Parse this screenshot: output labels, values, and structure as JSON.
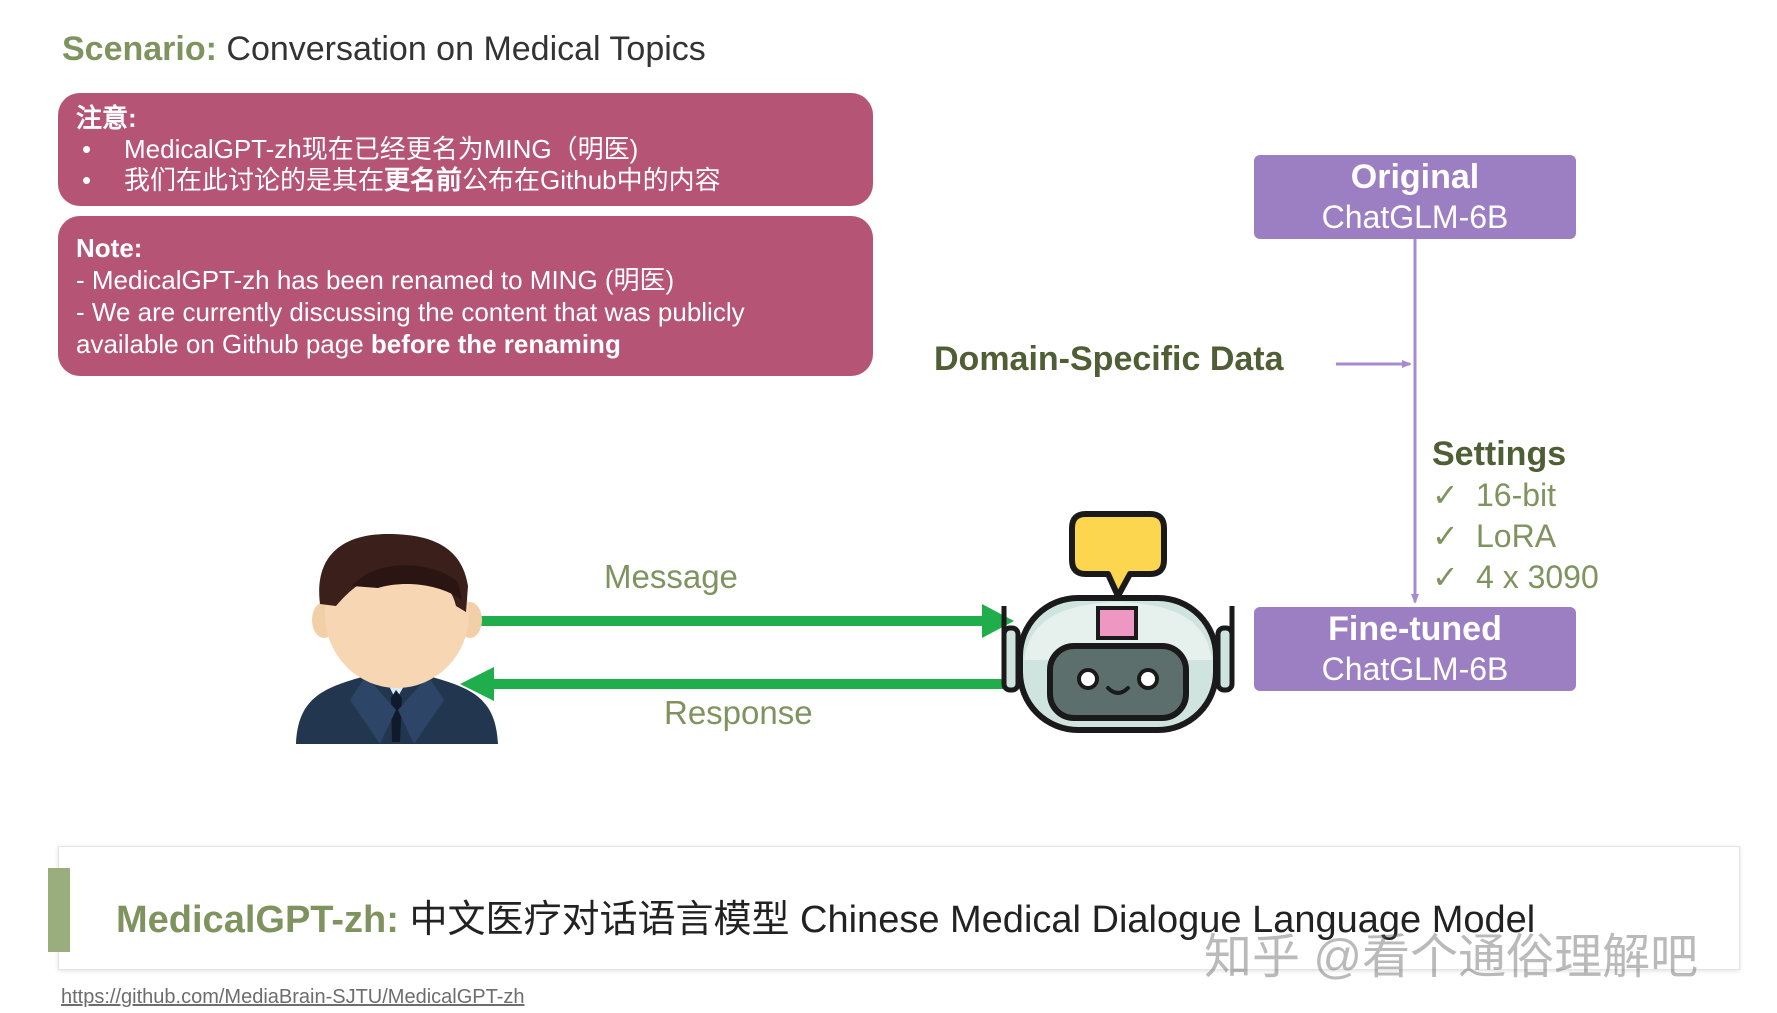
{
  "scenario": {
    "label": "Scenario:",
    "text": " Conversation on Medical Topics"
  },
  "note_zh": {
    "title": "注意:",
    "bullet": "•",
    "item1": "MedicalGPT-zh现在已经更名为MING（明医)",
    "item2_pre": "我们在此讨论的是其在",
    "item2_bold": "更名前",
    "item2_post": "公布在Github中的内容"
  },
  "note_en": {
    "title": "Note:",
    "line1": "- MedicalGPT-zh has been renamed to MING (明医)",
    "line2": "- We are currently discussing the content that was publicly",
    "line3_pre": "available on Github page ",
    "line3_bold": "before the renaming"
  },
  "original_model": {
    "title": "Original",
    "name": "ChatGLM-6B"
  },
  "finetuned_model": {
    "title": "Fine-tuned",
    "name": "ChatGLM-6B"
  },
  "domain_label": "Domain-Specific Data",
  "settings": {
    "title": "Settings",
    "check": "✓",
    "items": [
      "16-bit",
      "LoRA",
      "4 x 3090"
    ]
  },
  "message_label": "Message",
  "response_label": "Response",
  "footer": {
    "brand": "MedicalGPT-zh:",
    "title": " 中文医疗对话语言模型 Chinese Medical Dialogue Language Model"
  },
  "watermark": "知乎 @看个通俗理解吧",
  "source_link": "https://github.com/MediaBrain-SJTU/MedicalGPT-zh",
  "colors": {
    "note_bg": "#b55474",
    "model_box": "#9c7fc2",
    "accent_green": "#7f935f",
    "dark_olive": "#4f5e34",
    "arrow_green": "#1fae4b",
    "arrow_purple": "#a68bcf"
  }
}
